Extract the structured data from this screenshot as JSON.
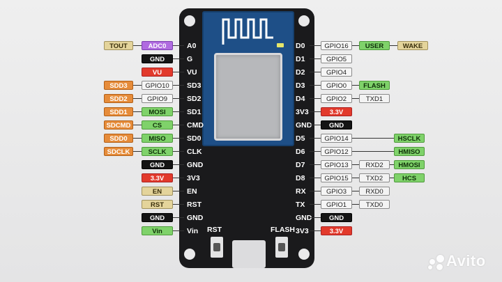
{
  "board": {
    "left_pins": [
      "A0",
      "G",
      "VU",
      "SD3",
      "SD2",
      "SD1",
      "CMD",
      "SD0",
      "CLK",
      "GND",
      "3V3",
      "EN",
      "RST",
      "GND",
      "Vin"
    ],
    "right_pins": [
      "D0",
      "D1",
      "D2",
      "D3",
      "D4",
      "3V3",
      "GND",
      "D5",
      "D6",
      "D7",
      "D8",
      "RX",
      "TX",
      "GND",
      "3V3"
    ],
    "button_labels": {
      "rst": "RST",
      "flash": "FLASH"
    }
  },
  "left_rows": [
    {
      "outer": {
        "text": "TOUT",
        "style": "tan"
      },
      "inner": {
        "text": "ADC0",
        "style": "purple"
      }
    },
    {
      "inner": {
        "text": "GND",
        "style": "gnd"
      }
    },
    {
      "inner": {
        "text": "VU",
        "style": "vu"
      }
    },
    {
      "outer": {
        "text": "SDD3",
        "style": "orange"
      },
      "inner": {
        "text": "GPIO10",
        "style": "gpio"
      }
    },
    {
      "outer": {
        "text": "SDD2",
        "style": "orange"
      },
      "inner": {
        "text": "GPIO9",
        "style": "gpio"
      }
    },
    {
      "outer": {
        "text": "SDD1",
        "style": "orange"
      },
      "inner": {
        "text": "MOSI",
        "style": "green"
      }
    },
    {
      "outer": {
        "text": "SDCMD",
        "style": "orange"
      },
      "inner": {
        "text": "CS",
        "style": "green"
      }
    },
    {
      "outer": {
        "text": "SDD0",
        "style": "orange"
      },
      "inner": {
        "text": "MISO",
        "style": "green"
      }
    },
    {
      "outer": {
        "text": "SDCLK",
        "style": "orange"
      },
      "inner": {
        "text": "SCLK",
        "style": "green"
      }
    },
    {
      "inner": {
        "text": "GND",
        "style": "gnd"
      }
    },
    {
      "inner": {
        "text": "3.3V",
        "style": "3v3"
      }
    },
    {
      "inner": {
        "text": "EN",
        "style": "tan"
      }
    },
    {
      "inner": {
        "text": "RST",
        "style": "tan"
      }
    },
    {
      "inner": {
        "text": "GND",
        "style": "gnd"
      }
    },
    {
      "inner": {
        "text": "Vin",
        "style": "green"
      }
    }
  ],
  "right_rows": [
    {
      "first": {
        "text": "GPIO16",
        "style": "gpio"
      },
      "second": {
        "text": "USER",
        "style": "green"
      },
      "third": {
        "text": "WAKE",
        "style": "tan"
      }
    },
    {
      "first": {
        "text": "GPIO5",
        "style": "gpio"
      }
    },
    {
      "first": {
        "text": "GPIO4",
        "style": "gpio"
      }
    },
    {
      "first": {
        "text": "GPIO0",
        "style": "gpio"
      },
      "second": {
        "text": "FLASH",
        "style": "green"
      }
    },
    {
      "first": {
        "text": "GPIO2",
        "style": "gpio"
      },
      "second": {
        "text": "TXD1",
        "style": "txrx"
      }
    },
    {
      "first": {
        "text": "3.3V",
        "style": "3v3"
      }
    },
    {
      "first": {
        "text": "GND",
        "style": "gnd"
      }
    },
    {
      "first": {
        "text": "GPIO14",
        "style": "gpio"
      },
      "far": {
        "text": "HSCLK",
        "style": "green"
      }
    },
    {
      "first": {
        "text": "GPIO12",
        "style": "gpio"
      },
      "far": {
        "text": "HMISO",
        "style": "green"
      }
    },
    {
      "first": {
        "text": "GPIO13",
        "style": "gpio"
      },
      "second": {
        "text": "RXD2",
        "style": "txrx"
      },
      "far": {
        "text": "HMOSI",
        "style": "green"
      }
    },
    {
      "first": {
        "text": "GPIO15",
        "style": "gpio"
      },
      "second": {
        "text": "TXD2",
        "style": "txrx"
      },
      "far": {
        "text": "HCS",
        "style": "green"
      }
    },
    {
      "first": {
        "text": "GPIO3",
        "style": "gpio"
      },
      "second": {
        "text": "RXD0",
        "style": "txrx"
      }
    },
    {
      "first": {
        "text": "GPIO1",
        "style": "gpio"
      },
      "second": {
        "text": "TXD0",
        "style": "txrx"
      }
    },
    {
      "first": {
        "text": "GND",
        "style": "gnd"
      }
    },
    {
      "first": {
        "text": "3.3V",
        "style": "3v3"
      }
    }
  ],
  "watermark": {
    "text": "Avito"
  }
}
